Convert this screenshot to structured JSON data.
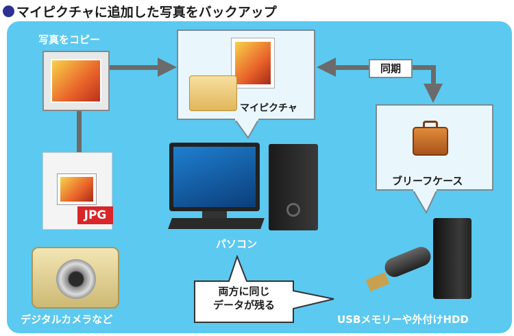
{
  "title": "マイピクチャに追加した写真をバックアップ",
  "labels": {
    "copy_photo": "写真をコピー",
    "my_pictures": "マイピクチャ",
    "sync": "同期",
    "briefcase": "ブリーフケース",
    "jpg": "JPG",
    "pc": "パソコン",
    "camera": "デジタルカメラなど",
    "callout_line1": "両方に同じ",
    "callout_line2": "データが残る",
    "usb_hdd": "USBメモリーや外付けHDD"
  },
  "colors": {
    "panel": "#5cc9f0",
    "title_dot": "#2e3192",
    "arrow": "#6b6b6b",
    "jpg_badge": "#d8262a"
  }
}
